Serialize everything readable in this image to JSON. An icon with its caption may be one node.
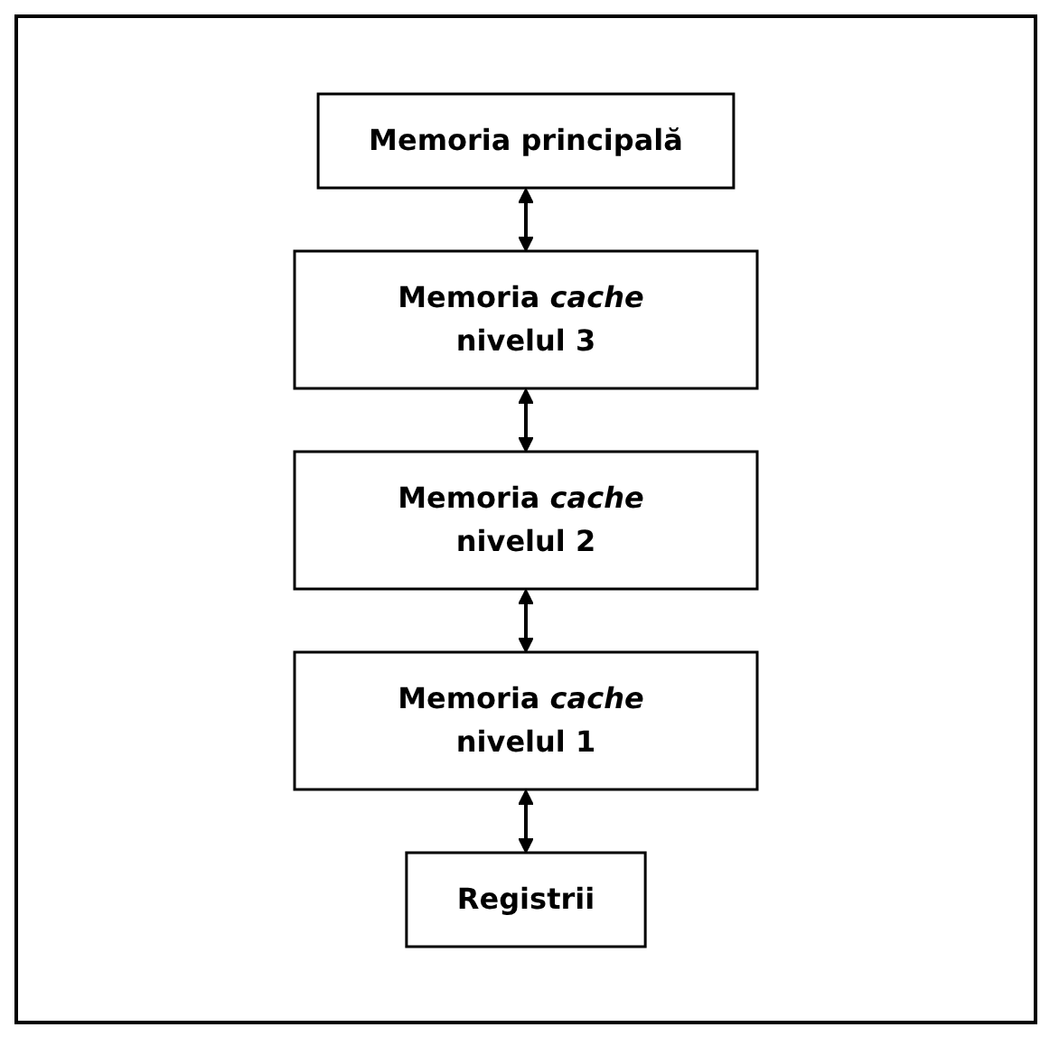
{
  "diagram": {
    "nodes": [
      {
        "text": [
          "Memoria principală"
        ]
      },
      {
        "text": [
          "Memoria *cache* nivelul 3"
        ]
      },
      {
        "text": [
          "Memoria *cache* nivelul 2"
        ]
      },
      {
        "text": [
          "Memoria *cache* nivelul 1"
        ]
      },
      {
        "text": [
          "Registrii"
        ]
      }
    ],
    "edges": [
      {
        "from": 0,
        "to": 1,
        "arrow": "both"
      },
      {
        "from": 1,
        "to": 2,
        "arrow": "both"
      },
      {
        "from": 2,
        "to": 3,
        "arrow": "both"
      },
      {
        "from": 3,
        "to": 4,
        "arrow": "both"
      }
    ]
  }
}
